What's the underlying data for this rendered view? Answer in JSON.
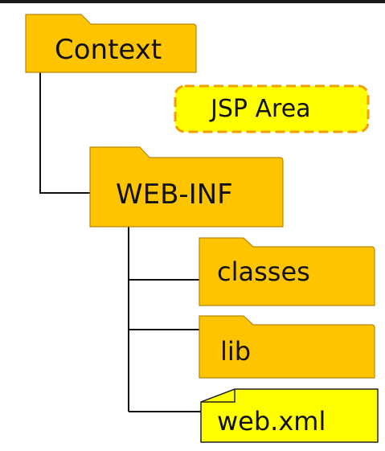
{
  "colors": {
    "folder_fill": "#FFC400",
    "folder_stroke": "#B8860B",
    "jsp_fill": "#FFFF00",
    "jsp_border": "#F0A000",
    "file_fill": "#FFFF00",
    "file_stroke": "#222222",
    "connector": "#111111",
    "text": "#111111"
  },
  "nodes": {
    "context": {
      "label": "Context",
      "icon": "folder-icon"
    },
    "jsp_area": {
      "label": "JSP Area",
      "icon": "dashed-area"
    },
    "web_inf": {
      "label": "WEB-INF",
      "icon": "folder-icon"
    },
    "classes": {
      "label": "classes",
      "icon": "folder-icon"
    },
    "lib": {
      "label": "lib",
      "icon": "folder-icon"
    },
    "web_xml": {
      "label": "web.xml",
      "icon": "file-icon"
    }
  }
}
